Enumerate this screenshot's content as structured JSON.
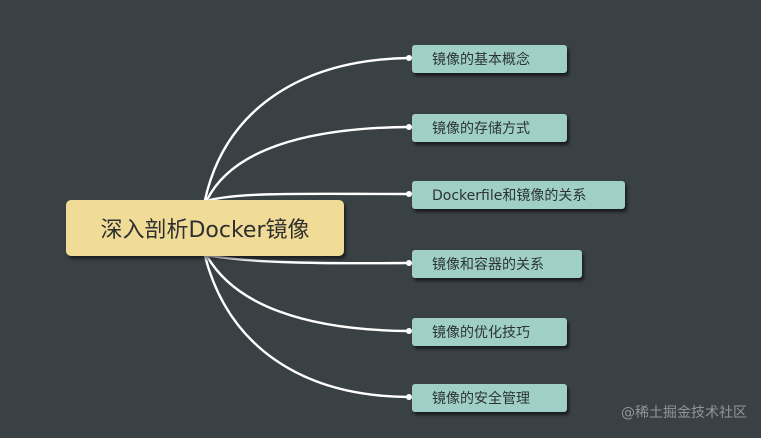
{
  "mindmap": {
    "root": {
      "label": "深入剖析Docker镜像"
    },
    "children": [
      {
        "label": "镜像的基本概念"
      },
      {
        "label": "镜像的存储方式"
      },
      {
        "label": "Dockerfile和镜像的关系"
      },
      {
        "label": "镜像和容器的关系"
      },
      {
        "label": "镜像的优化技巧"
      },
      {
        "label": "镜像的安全管理"
      }
    ]
  },
  "colors": {
    "background": "#3a4145",
    "root_fill": "#f0dc97",
    "child_fill": "#9fcfc6",
    "connector": "#ffffff"
  },
  "watermark": "@稀土掘金技术社区"
}
